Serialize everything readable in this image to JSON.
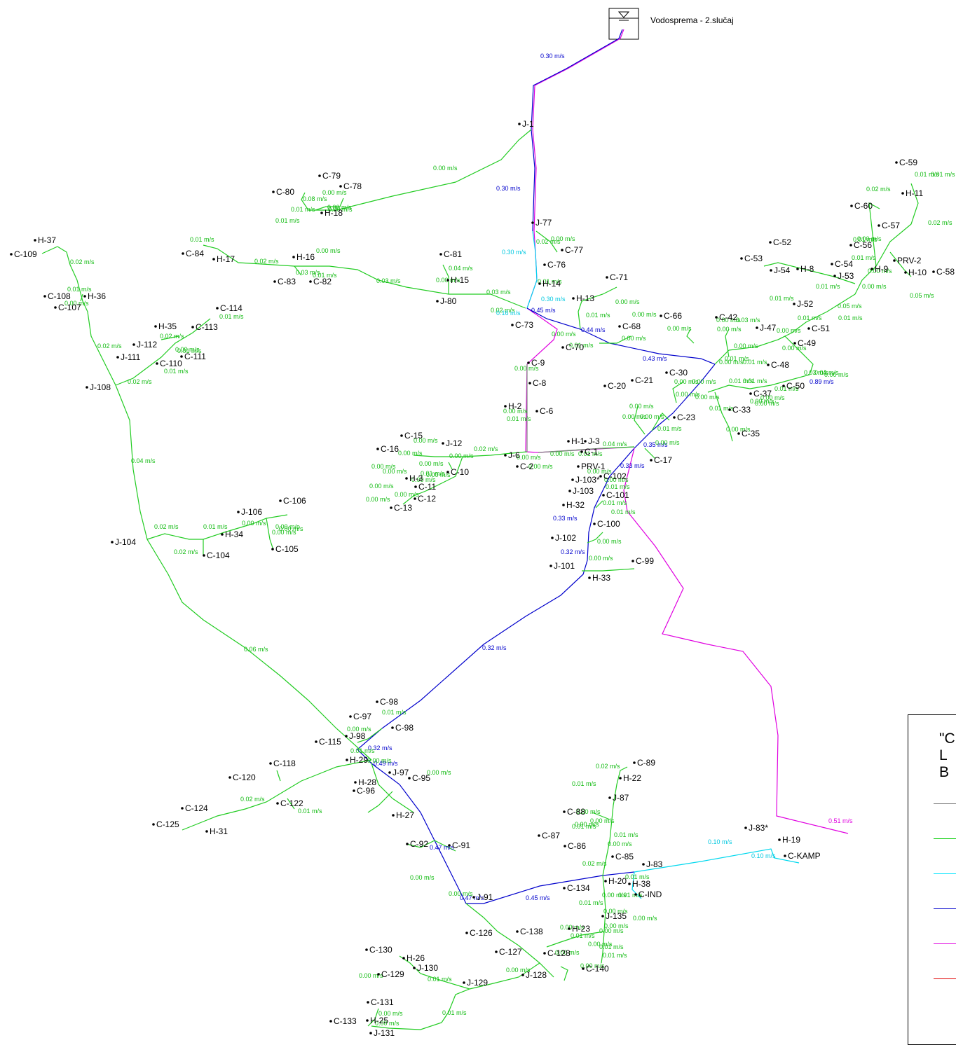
{
  "reservoir": {
    "label": "Vodosprema - 2.slučaj"
  },
  "legend": {
    "title_lines": [
      "\"C",
      "L",
      "B"
    ],
    "swatches": [
      {
        "color": "#7f7f7f"
      },
      {
        "color": "#00cc00"
      },
      {
        "color": "#00e5ff"
      },
      {
        "color": "#0000cc"
      },
      {
        "color": "#e000e0"
      },
      {
        "color": "#e00000"
      }
    ]
  },
  "colors": {
    "green": "#22cc22",
    "cyan": "#00d8ee",
    "blue": "#0000cc",
    "magenta": "#e000e0",
    "gray": "#808080",
    "label": "#000000",
    "green_text": "#11bb11",
    "blue_text": "#0000cc",
    "cyan_text": "#00c8e0",
    "magenta_text": "#e000e0"
  },
  "pipe_labels": [
    {
      "text": "0.30 m/s",
      "c": "blue_text"
    },
    {
      "text": "0.30 m/s",
      "c": "blue_text"
    },
    {
      "text": "0.30 m/s",
      "c": "cyan_text"
    },
    {
      "text": "0.30 m/s",
      "c": "cyan_text"
    },
    {
      "text": "0.45 m/s",
      "c": "blue_text"
    },
    {
      "text": "0.44 m/s",
      "c": "blue_text"
    },
    {
      "text": "0.43 m/s",
      "c": "blue_text"
    },
    {
      "text": "0.35 m/s",
      "c": "blue_text"
    },
    {
      "text": "0.33 m/s",
      "c": "blue_text"
    },
    {
      "text": "0.33 m/s",
      "c": "blue_text"
    },
    {
      "text": "0.32 m/s",
      "c": "blue_text"
    },
    {
      "text": "0.32 m/s",
      "c": "blue_text"
    },
    {
      "text": "0.32 m/s",
      "c": "blue_text"
    },
    {
      "text": "0.49 m/s",
      "c": "blue_text"
    },
    {
      "text": "0.47 m/s",
      "c": "blue_text"
    },
    {
      "text": "0.47 m/s",
      "c": "blue_text"
    },
    {
      "text": "0.45 m/s",
      "c": "blue_text"
    },
    {
      "text": "0.10 m/s",
      "c": "cyan_text"
    },
    {
      "text": "0.10 m/s",
      "c": "cyan_text"
    },
    {
      "text": "0.51 m/s",
      "c": "magenta_text"
    },
    {
      "text": "0.00 m/s",
      "c": "green_text"
    },
    {
      "text": "0.06 m/s",
      "c": "green_text"
    },
    {
      "text": "0.04 m/s",
      "c": "green_text"
    },
    {
      "text": "0.02 m/s",
      "c": "green_text"
    },
    {
      "text": "0.03 m/s",
      "c": "green_text"
    },
    {
      "text": "0.03 m/s",
      "c": "green_text"
    },
    {
      "text": "0.02 m/s",
      "c": "green_text"
    },
    {
      "text": "0.04 m/s",
      "c": "green_text"
    },
    {
      "text": "0.03 m/s",
      "c": "green_text"
    },
    {
      "text": "0.02 m/s",
      "c": "green_text"
    },
    {
      "text": "0.01 m/s",
      "c": "green_text"
    },
    {
      "text": "0.05 m/s",
      "c": "green_text"
    },
    {
      "text": "0.05 m/s",
      "c": "green_text"
    },
    {
      "text": "0.02 m/s",
      "c": "green_text"
    },
    {
      "text": "0.02 m/s",
      "c": "green_text"
    },
    {
      "text": "0.01 m/s",
      "c": "green_text"
    },
    {
      "text": "0.02 m/s",
      "c": "green_text"
    },
    {
      "text": "0.02 m/s",
      "c": "green_text"
    },
    {
      "text": "0.02 m/s",
      "c": "green_text"
    },
    {
      "text": "0.01 m/s",
      "c": "green_text"
    },
    {
      "text": "0.01 m/s",
      "c": "green_text"
    },
    {
      "text": "0.02 m/s",
      "c": "green_text"
    },
    {
      "text": "0.01 m/s",
      "c": "green_text"
    },
    {
      "text": "0.02 m/s",
      "c": "green_text"
    },
    {
      "text": "0.01 m/s",
      "c": "green_text"
    },
    {
      "text": "0.01 m/s",
      "c": "green_text"
    },
    {
      "text": "0.02 m/s",
      "c": "green_text"
    },
    {
      "text": "0.03 m/s",
      "c": "green_text"
    },
    {
      "text": "0.04 m/s",
      "c": "green_text"
    },
    {
      "text": "0.01 m/s",
      "c": "green_text"
    },
    {
      "text": "0.00 m/s",
      "c": "green_text"
    },
    {
      "text": "0.01 m/s",
      "c": "green_text"
    },
    {
      "text": "0.00 m/s",
      "c": "green_text"
    },
    {
      "text": "0.01 m/s",
      "c": "green_text"
    },
    {
      "text": "0.00 m/s",
      "c": "green_text"
    },
    {
      "text": "0.02 m/s",
      "c": "green_text"
    },
    {
      "text": "0.01 m/s",
      "c": "green_text"
    },
    {
      "text": "0.01 m/s",
      "c": "green_text"
    },
    {
      "text": "0.00 m/s",
      "c": "green_text"
    },
    {
      "text": "0.01 m/s",
      "c": "green_text"
    },
    {
      "text": "0.00 m/s",
      "c": "green_text"
    },
    {
      "text": "0.01 m/s",
      "c": "green_text"
    },
    {
      "text": "0.01 m/s",
      "c": "green_text"
    },
    {
      "text": "0.00 m/s",
      "c": "green_text"
    },
    {
      "text": "0.00 m/s",
      "c": "green_text"
    },
    {
      "text": "0.00 m/s",
      "c": "green_text"
    },
    {
      "text": "0.00 m/s",
      "c": "green_text"
    },
    {
      "text": "0.01 m/s",
      "c": "green_text"
    },
    {
      "text": "0.00 m/s",
      "c": "green_text"
    },
    {
      "text": "0.01 m/s",
      "c": "green_text"
    },
    {
      "text": "0.00 m/s",
      "c": "green_text"
    },
    {
      "text": "0.00 m/s",
      "c": "green_text"
    },
    {
      "text": "0.00 m/s",
      "c": "green_text"
    },
    {
      "text": "0.00 m/s",
      "c": "green_text"
    },
    {
      "text": "0.00 m/s",
      "c": "green_text"
    },
    {
      "text": "0.01 m/s",
      "c": "green_text"
    },
    {
      "text": "0.00 m/s",
      "c": "green_text"
    },
    {
      "text": "0.01 m/s",
      "c": "green_text"
    },
    {
      "text": "0.00 m/s",
      "c": "green_text"
    },
    {
      "text": "0.00 m/s",
      "c": "green_text"
    },
    {
      "text": "0.00 m/s",
      "c": "green_text"
    },
    {
      "text": "0.01 m/s",
      "c": "green_text"
    },
    {
      "text": "0.00 m/s",
      "c": "green_text"
    },
    {
      "text": "0.00 m/s",
      "c": "green_text"
    },
    {
      "text": "0.00 m/s",
      "c": "green_text"
    },
    {
      "text": "0.00 m/s",
      "c": "green_text"
    },
    {
      "text": "0.00 m/s",
      "c": "green_text"
    },
    {
      "text": "0.01 m/s",
      "c": "green_text"
    },
    {
      "text": "0.00 m/s",
      "c": "green_text"
    },
    {
      "text": "0.00 m/s",
      "c": "green_text"
    },
    {
      "text": "0.00 m/s",
      "c": "green_text"
    },
    {
      "text": "0.01 m/s",
      "c": "green_text"
    },
    {
      "text": "0.00 m/s",
      "c": "green_text"
    },
    {
      "text": "0.00 m/s",
      "c": "green_text"
    },
    {
      "text": "0.00 m/s",
      "c": "green_text"
    },
    {
      "text": "0.00 m/s",
      "c": "green_text"
    },
    {
      "text": "0.01 m/s",
      "c": "green_text"
    },
    {
      "text": "0.00 m/s",
      "c": "green_text"
    },
    {
      "text": "0.01 m/s",
      "c": "green_text"
    },
    {
      "text": "0.00 m/s",
      "c": "green_text"
    },
    {
      "text": "0.00 m/s",
      "c": "green_text"
    },
    {
      "text": "0.00 m/s",
      "c": "green_text"
    },
    {
      "text": "0.01 m/s",
      "c": "green_text"
    },
    {
      "text": "0.00 m/s",
      "c": "green_text"
    },
    {
      "text": "0.00 m/s",
      "c": "green_text"
    },
    {
      "text": "0.01 m/s",
      "c": "green_text"
    },
    {
      "text": "0.00 m/s",
      "c": "green_text"
    },
    {
      "text": "0.00 m/s",
      "c": "green_text"
    },
    {
      "text": "0.01 m/s",
      "c": "green_text"
    },
    {
      "text": "0.00 m/s",
      "c": "green_text"
    },
    {
      "text": "0.00 m/s",
      "c": "green_text"
    },
    {
      "text": "0.00 m/s",
      "c": "green_text"
    },
    {
      "text": "0.00 m/s",
      "c": "green_text"
    },
    {
      "text": "0.00 m/s",
      "c": "green_text"
    },
    {
      "text": "0.00 m/s",
      "c": "green_text"
    },
    {
      "text": "0.01 m/s",
      "c": "green_text"
    },
    {
      "text": "0.00 m/s",
      "c": "green_text"
    },
    {
      "text": "0.00 m/s",
      "c": "green_text"
    },
    {
      "text": "0.01 m/s",
      "c": "green_text"
    },
    {
      "text": "0.01 m/s",
      "c": "green_text"
    },
    {
      "text": "0.00 m/s",
      "c": "green_text"
    },
    {
      "text": "0.00 m/s",
      "c": "green_text"
    },
    {
      "text": "0.01 m/s",
      "c": "green_text"
    },
    {
      "text": "0.00 m/s",
      "c": "green_text"
    },
    {
      "text": "0.00 m/s",
      "c": "green_text"
    },
    {
      "text": "0.00 m/s",
      "c": "green_text"
    },
    {
      "text": "0.01 m/s",
      "c": "green_text"
    },
    {
      "text": "0.00 m/s",
      "c": "green_text"
    },
    {
      "text": "0.00 m/s",
      "c": "green_text"
    },
    {
      "text": "0.00 m/s",
      "c": "green_text"
    },
    {
      "text": "0.00 m/s",
      "c": "green_text"
    },
    {
      "text": "0.00 m/s",
      "c": "green_text"
    },
    {
      "text": "0.00 m/s",
      "c": "green_text"
    },
    {
      "text": "0.00 m/s",
      "c": "green_text"
    },
    {
      "text": "0.00 m/s",
      "c": "green_text"
    },
    {
      "text": "0.00 m/s",
      "c": "green_text"
    },
    {
      "text": "0.01 m/s",
      "c": "green_text"
    },
    {
      "text": "0.00 m/s",
      "c": "green_text"
    },
    {
      "text": "0.00 m/s",
      "c": "green_text"
    },
    {
      "text": "0.02 m/s",
      "c": "green_text"
    },
    {
      "text": "0.00 m/s",
      "c": "green_text"
    },
    {
      "text": "0.00 m/s",
      "c": "green_text"
    },
    {
      "text": "0.00 m/s",
      "c": "green_text"
    },
    {
      "text": "0.08 m/s",
      "c": "green_text"
    },
    {
      "text": "0.00 m/s",
      "c": "green_text"
    },
    {
      "text": "0.01 m/s",
      "c": "green_text"
    },
    {
      "text": "0.01 m/s",
      "c": "green_text"
    },
    {
      "text": "0.00 m/s",
      "c": "green_text"
    },
    {
      "text": "0.02 m/s",
      "c": "green_text"
    },
    {
      "text": "0.00 m/s",
      "c": "green_text"
    },
    {
      "text": "0.00 m/s",
      "c": "green_text"
    },
    {
      "text": "0.01 m/s",
      "c": "green_text"
    },
    {
      "text": "0.03 m/s",
      "c": "green_text"
    },
    {
      "text": "0.00 m/s",
      "c": "green_text"
    },
    {
      "text": "0.04 m/s",
      "c": "green_text"
    },
    {
      "text": "0.16 m/s",
      "c": "cyan_text"
    },
    {
      "text": "0.02 m/s",
      "c": "green_text"
    },
    {
      "text": "0.00 m/s",
      "c": "green_text"
    },
    {
      "text": "0.01 m/s",
      "c": "green_text"
    },
    {
      "text": "0.01 m/s",
      "c": "green_text"
    },
    {
      "text": "0.00 m/s",
      "c": "green_text"
    },
    {
      "text": "0.01 m/s",
      "c": "green_text"
    },
    {
      "text": "0.02 m/s",
      "c": "green_text"
    },
    {
      "text": "0.00 m/s",
      "c": "green_text"
    },
    {
      "text": "0.01 m/s",
      "c": "green_text"
    },
    {
      "text": "0.01 m/s",
      "c": "green_text"
    },
    {
      "text": "0.01 m/s",
      "c": "green_text"
    },
    {
      "text": "0.01 m/s",
      "c": "green_text"
    },
    {
      "text": "0.00 m/s",
      "c": "green_text"
    },
    {
      "text": "0.01 m/s",
      "c": "green_text"
    },
    {
      "text": "0.00 m/s",
      "c": "green_text"
    },
    {
      "text": "0.01 m/s",
      "c": "green_text"
    },
    {
      "text": "0.00 m/s",
      "c": "green_text"
    },
    {
      "text": "0.01 m/s",
      "c": "green_text"
    },
    {
      "text": "0.00 m/s",
      "c": "green_text"
    },
    {
      "text": "0.89 m/s",
      "c": "blue_text"
    },
    {
      "text": "0.00 m/s",
      "c": "green_text"
    },
    {
      "text": "0.00 m/s",
      "c": "green_text"
    },
    {
      "text": "0.01 m/s",
      "c": "green_text"
    },
    {
      "text": "0.00 m/s",
      "c": "green_text"
    },
    {
      "text": "0.00 m/s",
      "c": "green_text"
    }
  ],
  "node_labels": [
    "J-1",
    "C-79",
    "C-78",
    "C-80",
    "H-18",
    "J-77",
    "C-77",
    "C-76",
    "H-14",
    "C-73",
    "H-37",
    "C-109",
    "C-84",
    "H-17",
    "H-16",
    "C-83",
    "C-82",
    "C-81",
    "H-15",
    "J-80",
    "C-108",
    "H-36",
    "C-107",
    "C-114",
    "H-35",
    "C-113",
    "J-112",
    "J-111",
    "C-111",
    "C-110",
    "J-108",
    "H-13",
    "C-71",
    "C-68",
    "C-70",
    "C-66",
    "C-42",
    "J-47",
    "C-49",
    "C-48",
    "C-50",
    "J-52",
    "C-51",
    "C-52",
    "C-53",
    "J-54",
    "H-8",
    "C-54",
    "C-56",
    "C-57",
    "J-53",
    "H-9",
    "PRV-2",
    "H-10",
    "C-58",
    "C-59",
    "H-11",
    "C-60",
    "C-9",
    "C-8",
    "H-2",
    "C-6",
    "C-15",
    "C-16",
    "J-12",
    "J-6",
    "C-2",
    "H-1",
    "J-3",
    "C-1",
    "PRV-1",
    "C-10",
    "H-3",
    "C-11",
    "C-12",
    "C-13",
    "C-20",
    "C-21",
    "C-30",
    "C-37",
    "C-33",
    "C-35",
    "C-23",
    "C-17",
    "C-102",
    "J-103*",
    "J-103",
    "C-101",
    "H-32",
    "C-100",
    "J-102",
    "J-101",
    "H-33",
    "C-99",
    "J-106",
    "C-106",
    "H-34",
    "C-104",
    "C-105",
    "J-104",
    "C-98",
    "C-97",
    "C-98",
    "J-98",
    "C-115",
    "H-29",
    "J-97",
    "H-28",
    "C-95",
    "C-96",
    "H-27",
    "C-92",
    "C-91",
    "J-91",
    "C-118",
    "C-120",
    "C-122",
    "C-124",
    "C-125",
    "H-31",
    "C-89",
    "H-22",
    "C-88",
    "J-87",
    "C-87",
    "C-86",
    "C-85",
    "J-83",
    "H-20",
    "H-38",
    "C-IND",
    "C-134",
    "J-135",
    "C-138",
    "H-23",
    "C-126",
    "C-127",
    "C-128",
    "C-140",
    "J-128",
    "C-130",
    "H-26",
    "J-130",
    "C-129",
    "J-129",
    "C-131",
    "H-25",
    "C-133",
    "J-131",
    "J-83*",
    "H-19",
    "C-KAMP"
  ]
}
